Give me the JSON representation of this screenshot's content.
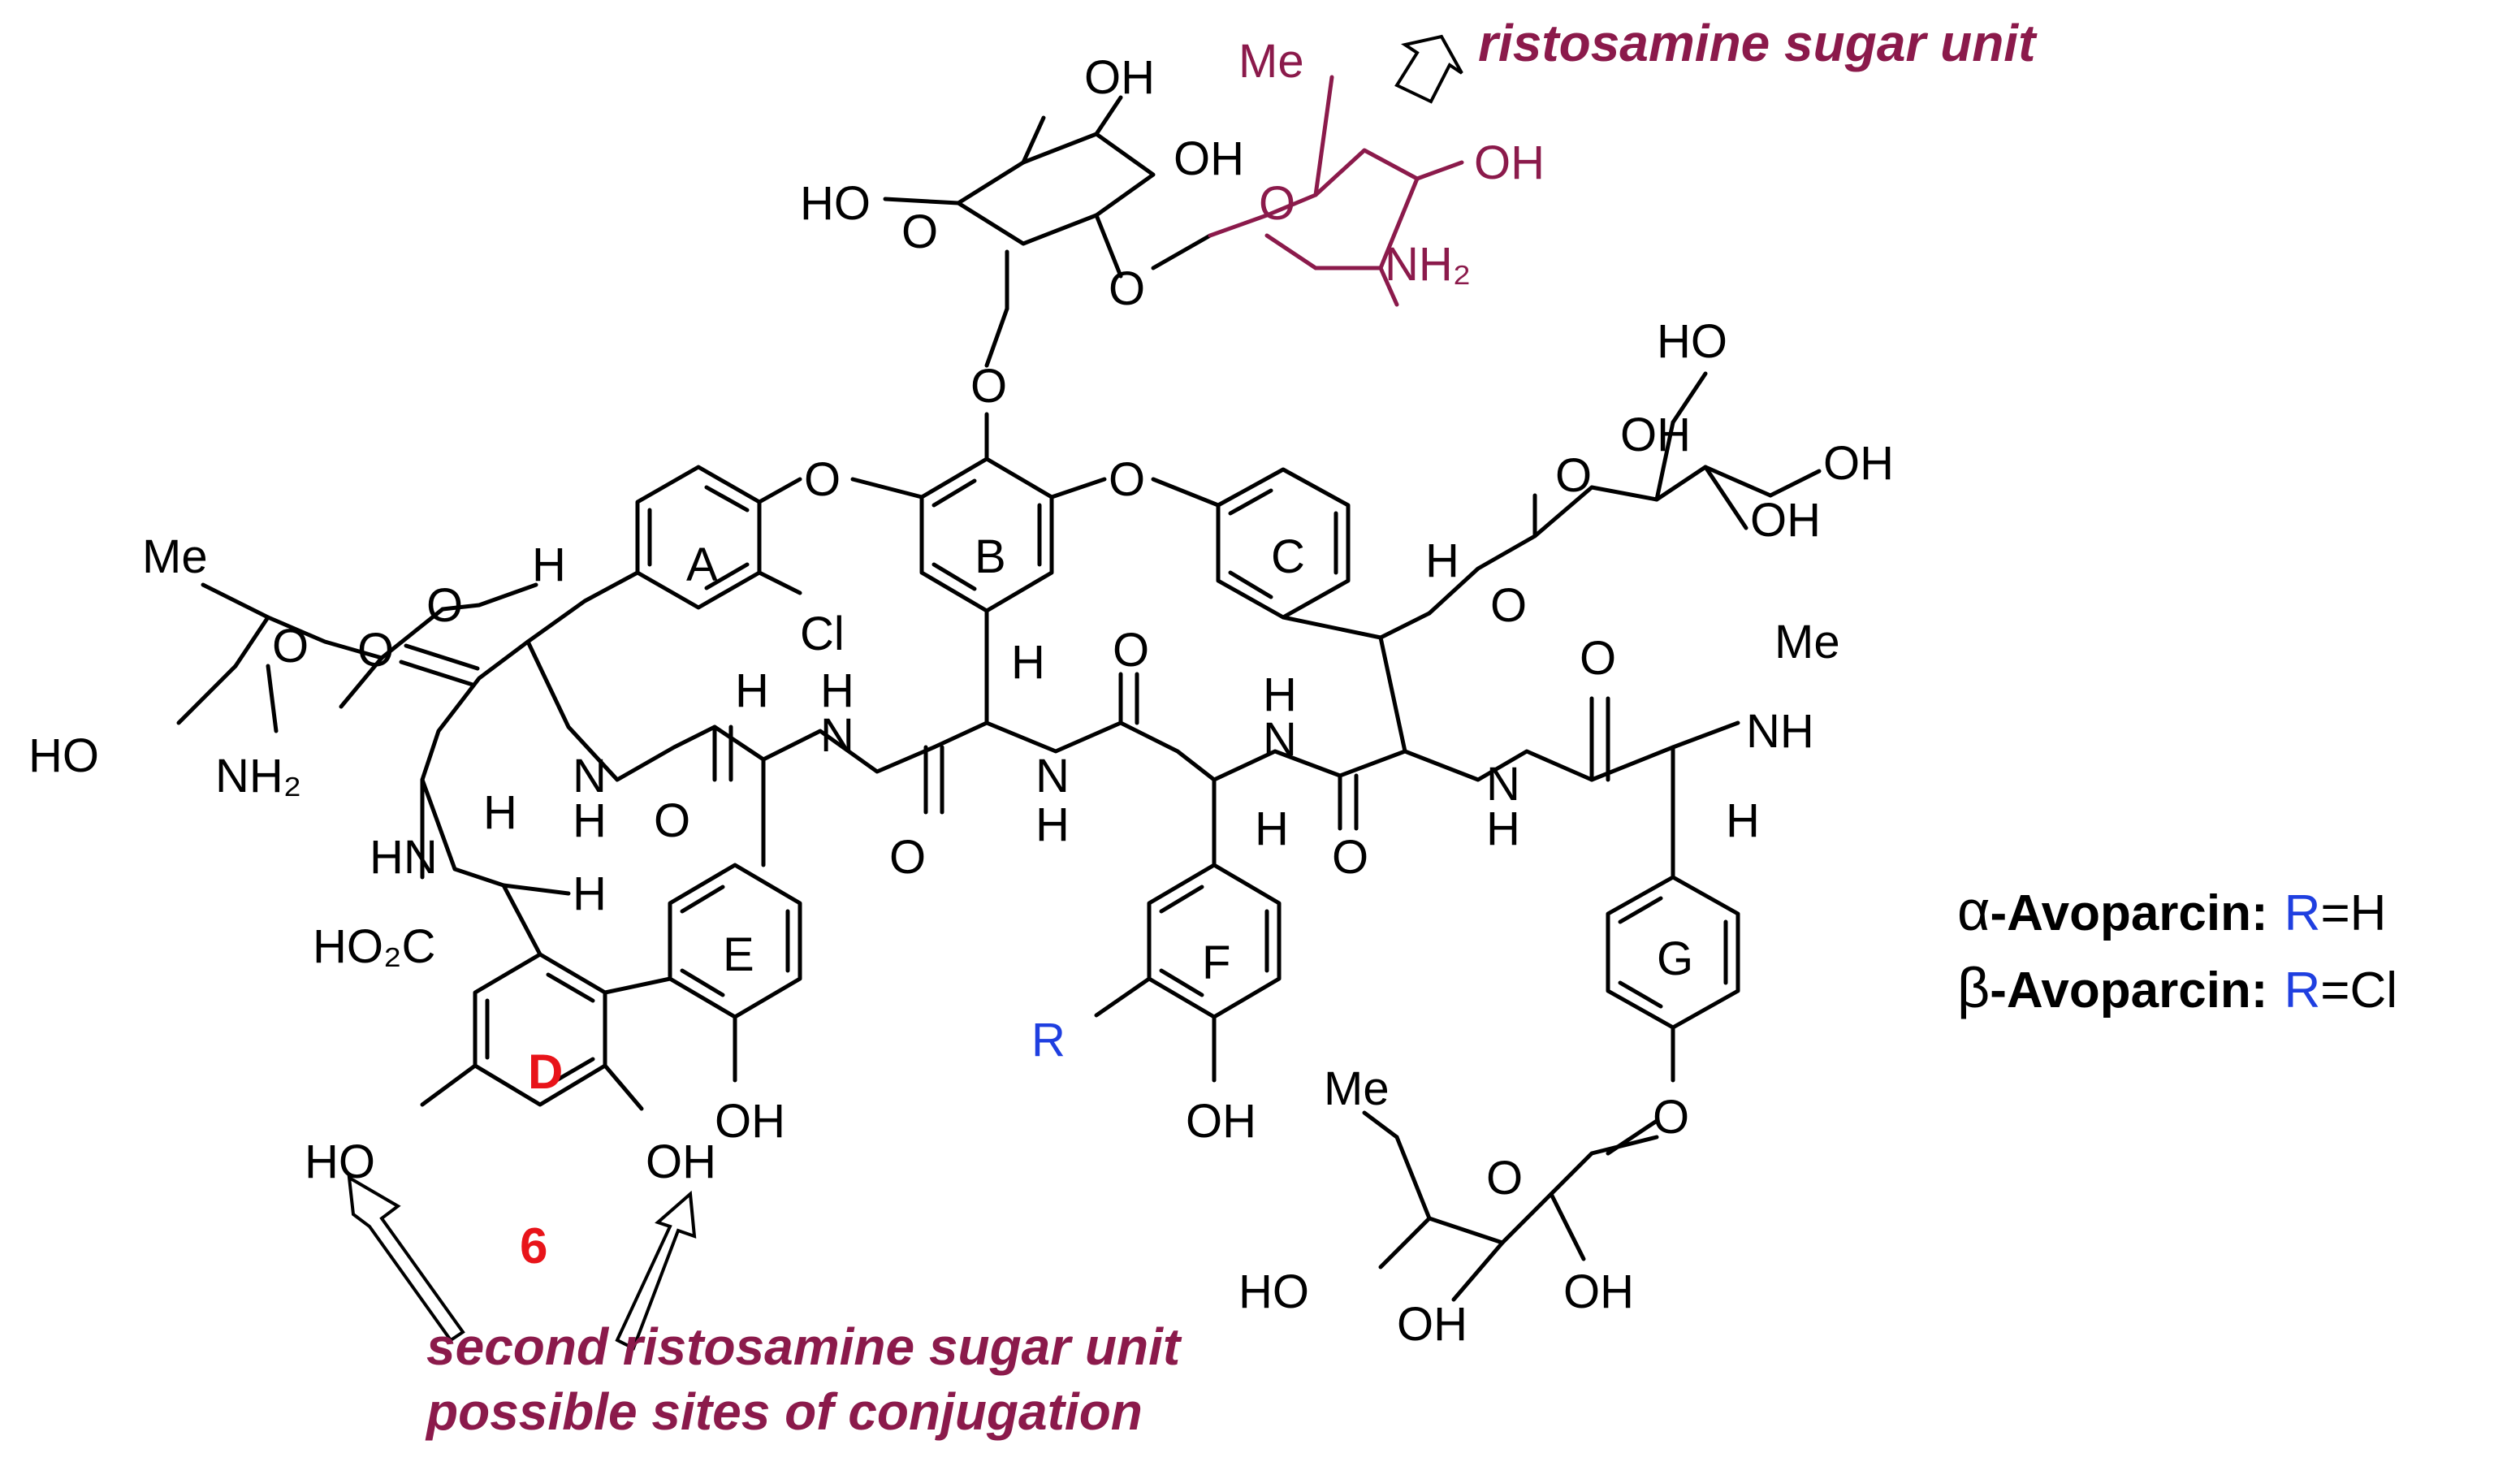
{
  "colors": {
    "bond": "#000000",
    "annotation": "#8b1a4b",
    "r_group": "#1f3fe0",
    "highlight": "#e8141a"
  },
  "annotations": {
    "top": "ristosamine sugar unit",
    "bottom_line1": "second ristosamine sugar unit",
    "bottom_line2": "possible sites of conjugation"
  },
  "compound_number": "6",
  "rings": [
    "A",
    "B",
    "C",
    "D",
    "E",
    "F",
    "G"
  ],
  "legend": [
    {
      "greek": "α",
      "name": "-Avoparcin:",
      "r": "R",
      "value": "=H"
    },
    {
      "greek": "β",
      "name": "-Avoparcin:",
      "r": "R",
      "value": "=Cl"
    }
  ],
  "atoms": {
    "top_sugar": {
      "OH_top": "OH",
      "OH_mid": "OH",
      "HO": "HO",
      "O_ring": "O",
      "O_link": "O"
    },
    "ristosamine_top": {
      "Me": "Me",
      "OH": "OH",
      "O": "O",
      "NH2": "NH₂"
    },
    "b_link_O": "O",
    "ether_left_O": "O",
    "ether_right_O": "O",
    "right_sugar": {
      "HO": "HO",
      "O": "O",
      "OH1": "OH",
      "OH2": "OH",
      "OH3": "OH"
    },
    "left_sugar": {
      "Me": "Me",
      "O_ring": "O",
      "O_link": "O",
      "HO": "HO",
      "NH2": "NH₂"
    },
    "ring_A_Cl": "Cl",
    "c_link_O": "O",
    "amide": {
      "H1": "H",
      "O1": "O",
      "H2": "H",
      "N1": "N",
      "H3": "H",
      "O2": "O",
      "H4": "H",
      "N2H": "H",
      "N2": "N",
      "O3": "O",
      "H5": "H",
      "N3": "N",
      "H6": "H",
      "O4": "O",
      "N4H": "H",
      "N4": "N",
      "H7": "H",
      "O5": "O",
      "N5": "N",
      "H8": "H",
      "H9": "H",
      "O6": "O",
      "N6": "N",
      "H10": "H",
      "Me": "Me",
      "NH": "NH",
      "H11": "H"
    },
    "dring": {
      "HN": "HN",
      "H": "H",
      "HO2C": "HO₂C",
      "HO_left": "HO",
      "OH_right": "OH"
    },
    "e_OH": "OH",
    "f_R": "R",
    "f_OH": "OH",
    "g_O": "O",
    "bottom_sugar": {
      "Me": "Me",
      "O": "O",
      "HO": "HO",
      "OH1": "OH",
      "OH2": "OH"
    }
  }
}
